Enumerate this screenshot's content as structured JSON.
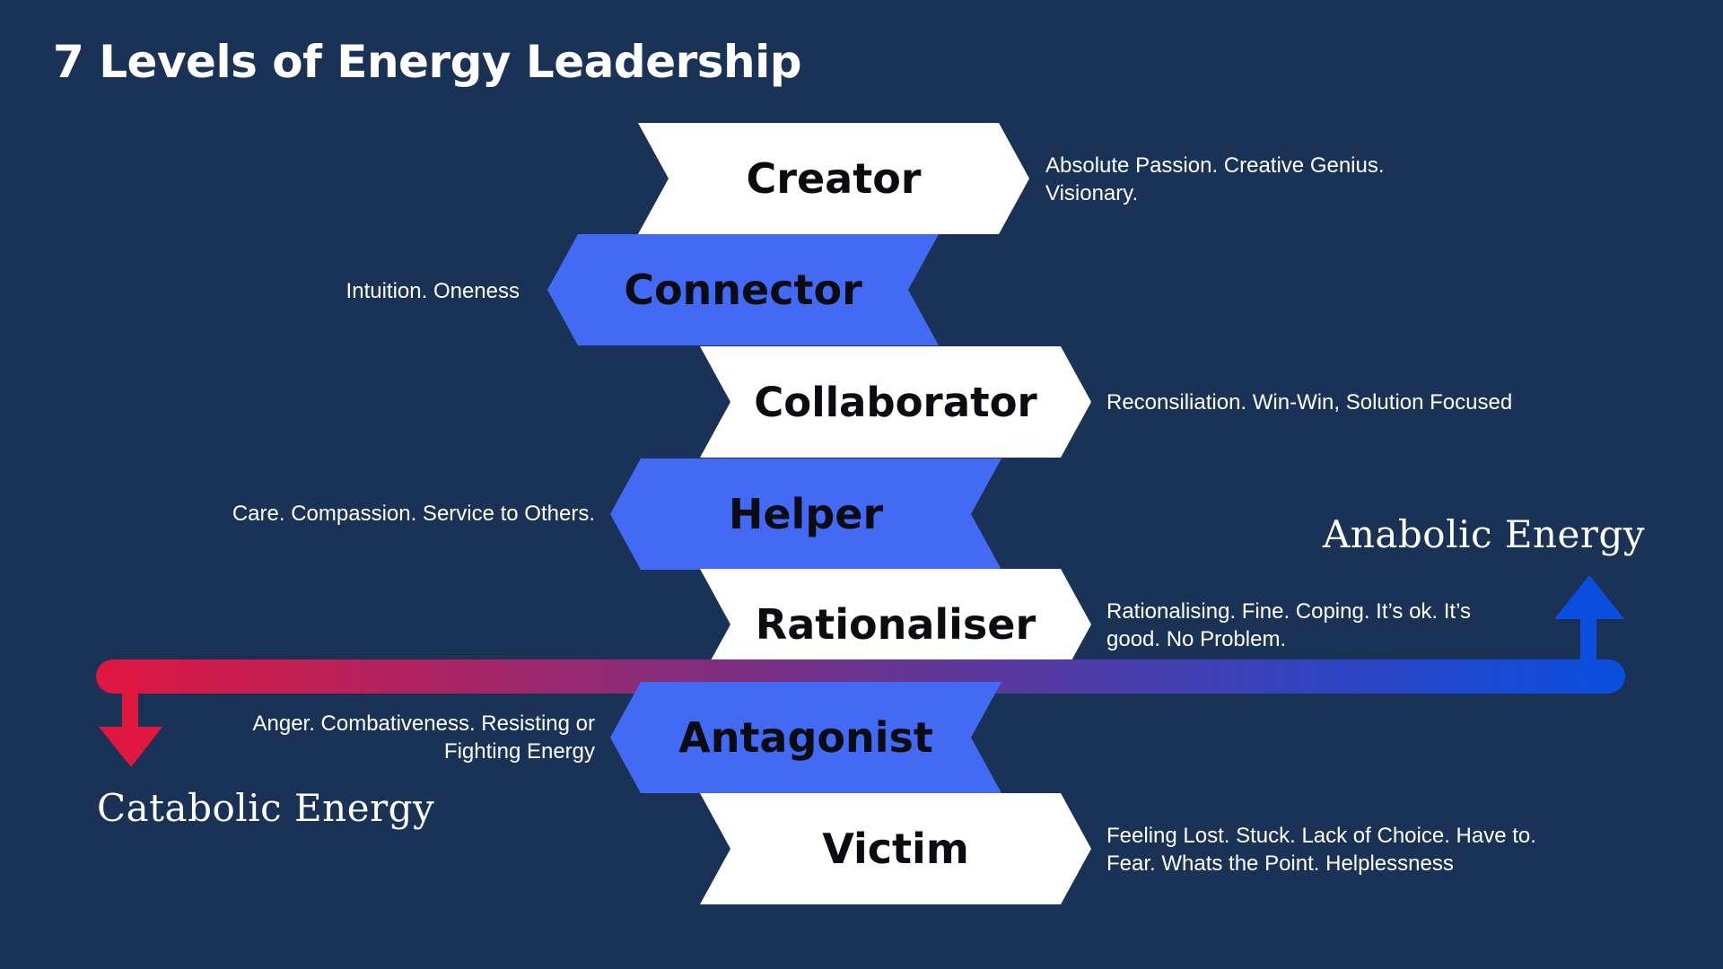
{
  "title": "7 Levels of Energy Leadership",
  "colors": {
    "background": "#1a3255",
    "white_band": "#ffffff",
    "blue_band": "#426af5",
    "catabolic": "#e0173f",
    "anabolic": "#0a4fe0",
    "label_text": "#0b0b12"
  },
  "levels": [
    {
      "name": "Creator",
      "description": "Absolute Passion. Creative Genius. Visionary.",
      "style": "white",
      "description_side": "right"
    },
    {
      "name": "Connector",
      "description": "Intuition. Oneness",
      "style": "blue",
      "description_side": "left"
    },
    {
      "name": "Collaborator",
      "description": "Reconsiliation. Win-Win, Solution Focused",
      "style": "white",
      "description_side": "right"
    },
    {
      "name": "Helper",
      "description": "Care. Compassion. Service to Others.",
      "style": "blue",
      "description_side": "left"
    },
    {
      "name": "Rationaliser",
      "description": "Rationalising. Fine. Coping. It’s ok. It’s good. No Problem.",
      "style": "white",
      "description_side": "right"
    },
    {
      "name": "Antagonist",
      "description": "Anger. Combativeness. Resisting or Fighting Energy",
      "style": "blue",
      "description_side": "left"
    },
    {
      "name": "Victim",
      "description": "Feeling Lost. Stuck. Lack of Choice. Have to. Fear. Whats the Point. Helplessness",
      "style": "white",
      "description_side": "right"
    }
  ],
  "energy_axis": {
    "anabolic_label": "Anabolic Energy",
    "catabolic_label": "Catabolic Energy"
  }
}
